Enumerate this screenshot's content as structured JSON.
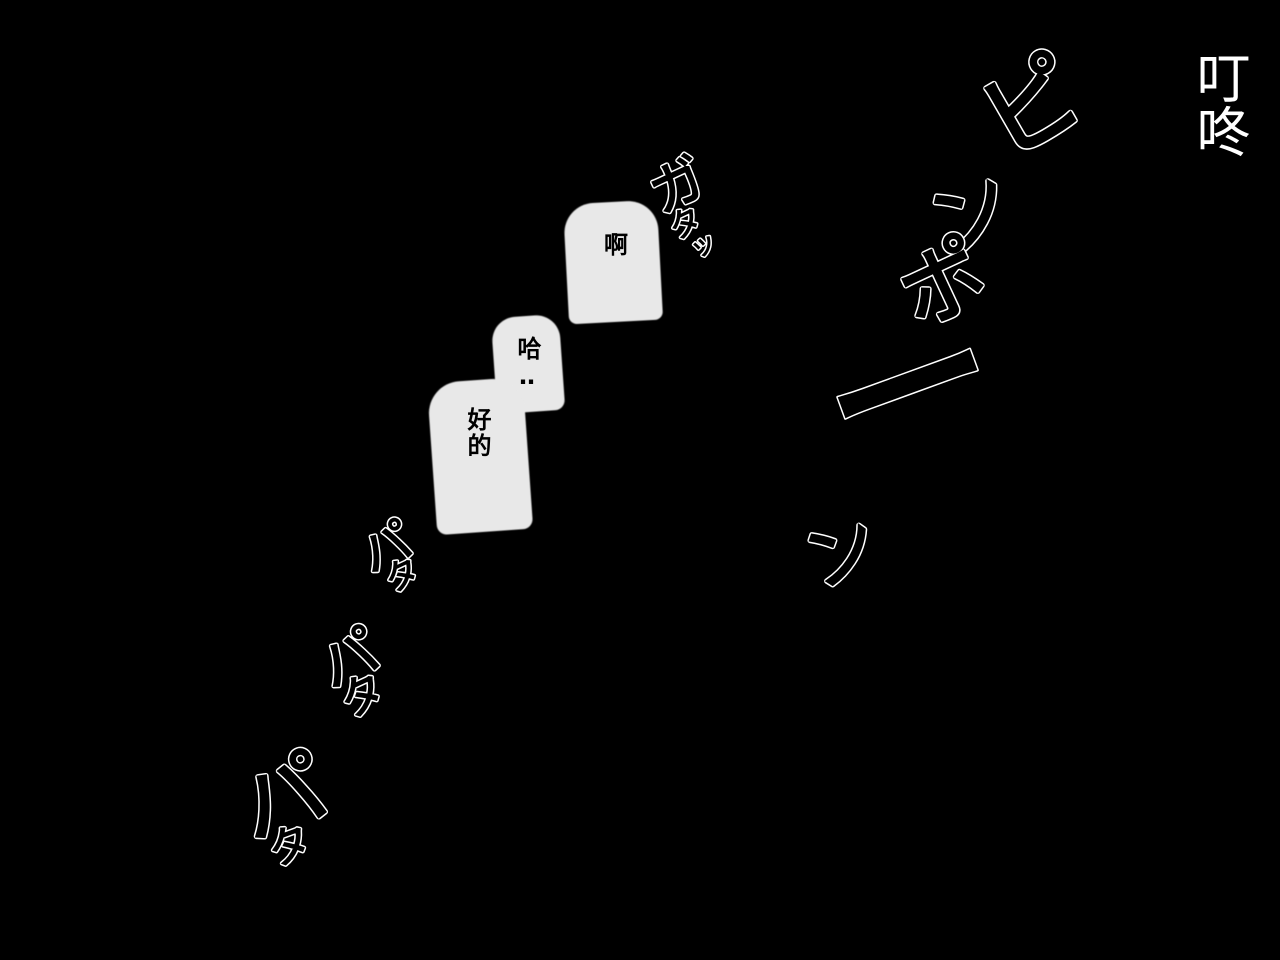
{
  "colors": {
    "background": "#000000",
    "bubble_fill": "#e8e8e8",
    "sfx_outline": "#ffffff",
    "caption_text": "#ffffff"
  },
  "caption": {
    "doorbell_translation": "叮咚"
  },
  "bubbles": [
    {
      "text": "啊"
    },
    {
      "text": "哈‥"
    },
    {
      "text": "好的"
    }
  ],
  "sfx": {
    "doorbell": [
      "ピ",
      "ン",
      "ポ",
      "ー",
      "ン"
    ],
    "thud": [
      "ガ",
      "タ",
      "ッ"
    ],
    "footsteps_1": [
      "パ",
      "タ"
    ],
    "footsteps_2": [
      "パ",
      "タ"
    ],
    "footsteps_3": [
      "パ",
      "タ"
    ]
  }
}
